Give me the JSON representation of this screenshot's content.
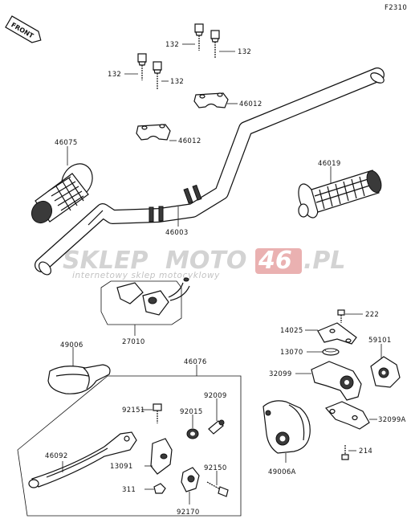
{
  "figure_code": "F2310",
  "front_label": "FRONT",
  "watermark": {
    "brand_a": "SKLEP",
    "brand_b": "MOTO",
    "brand_c": "46",
    "brand_d": ".PL",
    "tagline": "internetowy sklep motocyklowy"
  },
  "labels": {
    "p132_a": "132",
    "p132_b": "132",
    "p132_c": "132",
    "p132_d": "132",
    "p46012_a": "46012",
    "p46012_b": "46012",
    "p46075": "46075",
    "p46019": "46019",
    "p46003": "46003",
    "p27010": "27010",
    "p222": "222",
    "p14025": "14025",
    "p59101": "59101",
    "p13070": "13070",
    "p32099": "32099",
    "p32099A": "32099A",
    "p49006": "49006",
    "p46076": "46076",
    "p92151": "92151",
    "p92009": "92009",
    "p92015": "92015",
    "p46092": "46092",
    "p13091": "13091",
    "p92150": "92150",
    "p311": "311",
    "p92170": "92170",
    "p214": "214",
    "p49006A": "49006A"
  },
  "colors": {
    "line": "#111111",
    "watermark_grey": "#c8c8c8",
    "watermark_red": "#e8a9a9"
  }
}
